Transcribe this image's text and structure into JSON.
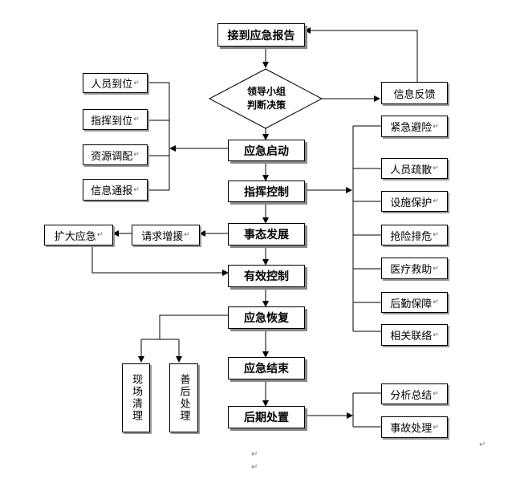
{
  "main": {
    "report": "接到应急报告",
    "decision_line1": "领导小组",
    "decision_line2": "判断决策",
    "start": "应急启动",
    "command": "指挥控制",
    "develop": "事态发展",
    "effective": "有效控制",
    "recover": "应急恢复",
    "end": "应急结束",
    "aftermath": "后期处置"
  },
  "left": {
    "personnel": "人员到位",
    "commander": "指挥到位",
    "resources": "资源调配",
    "info_report": "信息通报",
    "reinforce": "请求增援",
    "expand": "扩大应急"
  },
  "right": {
    "feedback": "信息反馈",
    "items": [
      "紧急避险",
      "人员疏散",
      "设施保护",
      "抢险排危",
      "医疗救助",
      "后勤保障",
      "相关联络"
    ],
    "aftermath_items": [
      "分析总结",
      "事故处理"
    ]
  },
  "recovery_items": [
    "现场清理",
    "善后处理"
  ],
  "paragraph_mark": "↵"
}
